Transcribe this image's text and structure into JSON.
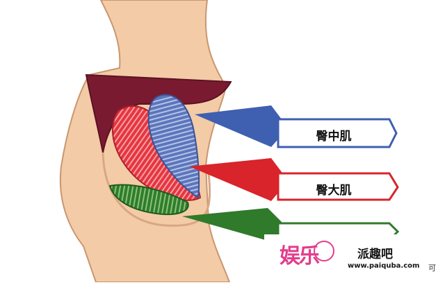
{
  "labels": {
    "gluteus_medius": "臀中肌",
    "gluteus_maximus": "臀大肌",
    "third": ""
  },
  "watermark": {
    "logo": "娱乐",
    "name": "派趣吧",
    "url": "www.paiquba.com"
  },
  "edge_text": "可",
  "colors": {
    "skin": "#f2c9a5",
    "skin_outline": "#c9966e",
    "underwear": "#7a1a30",
    "medius": "#5873b8",
    "maximus": "#e3343e",
    "minimus": "#2f7d2a",
    "arrow_blue": "#3f5fb0",
    "arrow_red": "#d8242a",
    "arrow_green": "#2f7a2b"
  }
}
